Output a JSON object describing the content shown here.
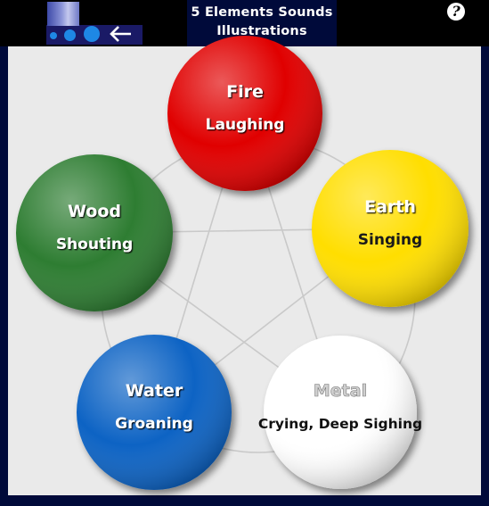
{
  "header": {
    "title_line1": "5 Elements Sounds",
    "title_line2": "Illustrations",
    "help_symbol": "?",
    "back_icon": "left-arrow-icon",
    "help_icon": "question-mark-icon"
  },
  "elements": [
    {
      "id": "fire",
      "name": "Fire",
      "sound": "Laughing",
      "color": "#e00000"
    },
    {
      "id": "earth",
      "name": "Earth",
      "sound": "Singing",
      "color": "#ffde00"
    },
    {
      "id": "metal",
      "name": "Metal",
      "sound": "Crying, Deep Sighing",
      "color": "#ffffff"
    },
    {
      "id": "water",
      "name": "Water",
      "sound": "Groaning",
      "color": "#0a63c4"
    },
    {
      "id": "wood",
      "name": "Wood",
      "sound": "Shouting",
      "color": "#2e7d32"
    }
  ]
}
